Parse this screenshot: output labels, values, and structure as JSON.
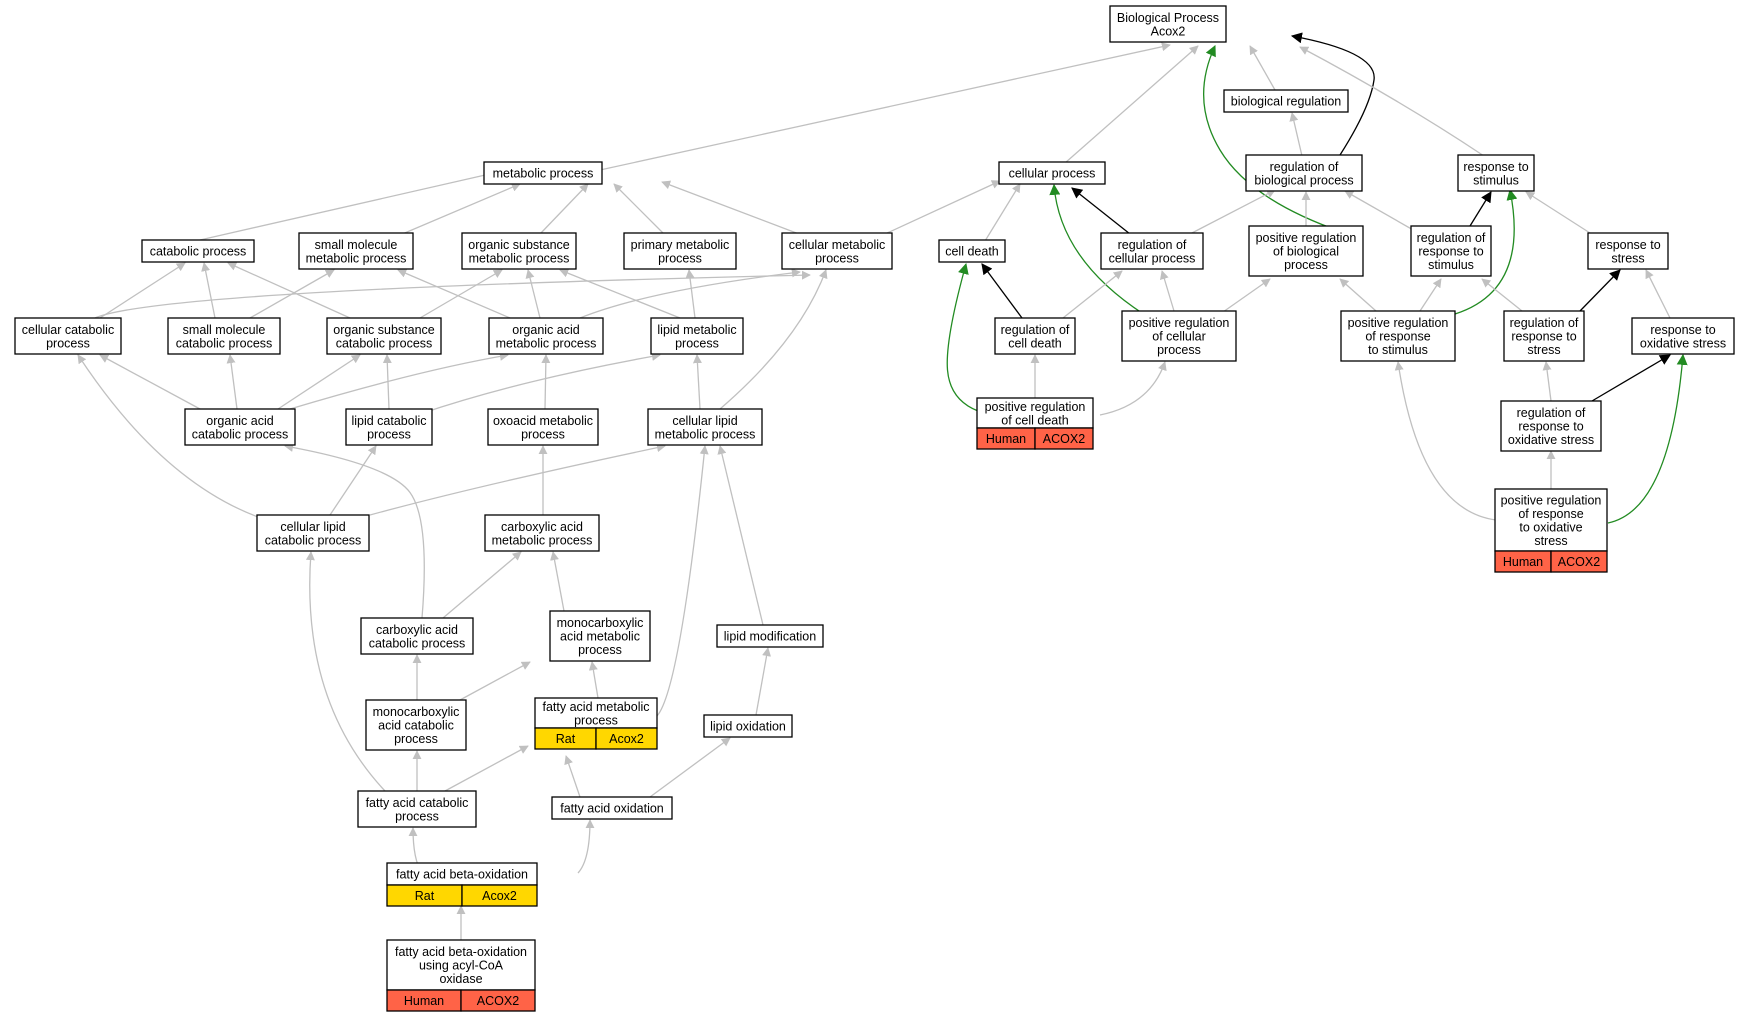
{
  "colors": {
    "gray_edge": "#c0c0c0",
    "black_edge": "#000000",
    "green_edge": "#228b22",
    "annot_rat": "#ffd700",
    "annot_human": "#ff6347"
  },
  "nodes": [
    {
      "id": "bp",
      "lines": [
        "Biological Process",
        "Acox2"
      ]
    },
    {
      "id": "metabolic",
      "lines": [
        "metabolic process"
      ]
    },
    {
      "id": "cellular_process",
      "lines": [
        "cellular process"
      ]
    },
    {
      "id": "bio_reg",
      "lines": [
        "biological regulation"
      ]
    },
    {
      "id": "reg_bio",
      "lines": [
        "regulation of",
        "biological process"
      ]
    },
    {
      "id": "resp_stim",
      "lines": [
        "response to",
        "stimulus"
      ]
    },
    {
      "id": "catabolic",
      "lines": [
        "catabolic process"
      ]
    },
    {
      "id": "small_mol_met",
      "lines": [
        "small molecule",
        "metabolic process"
      ]
    },
    {
      "id": "org_sub_met",
      "lines": [
        "organic substance",
        "metabolic process"
      ]
    },
    {
      "id": "primary_met",
      "lines": [
        "primary metabolic",
        "process"
      ]
    },
    {
      "id": "cell_met",
      "lines": [
        "cellular metabolic",
        "process"
      ]
    },
    {
      "id": "cell_death",
      "lines": [
        "cell death"
      ]
    },
    {
      "id": "reg_cell_proc",
      "lines": [
        "regulation of",
        "cellular process"
      ]
    },
    {
      "id": "pos_reg_bio",
      "lines": [
        "positive regulation",
        "of biological",
        "process"
      ]
    },
    {
      "id": "reg_resp_stim",
      "lines": [
        "regulation of",
        "response to",
        "stimulus"
      ]
    },
    {
      "id": "resp_stress",
      "lines": [
        "response to",
        "stress"
      ]
    },
    {
      "id": "cell_catab",
      "lines": [
        "cellular catabolic",
        "process"
      ]
    },
    {
      "id": "small_mol_catab",
      "lines": [
        "small molecule",
        "catabolic process"
      ]
    },
    {
      "id": "org_sub_catab",
      "lines": [
        "organic substance",
        "catabolic process"
      ]
    },
    {
      "id": "org_acid_met",
      "lines": [
        "organic acid",
        "metabolic process"
      ]
    },
    {
      "id": "lipid_met",
      "lines": [
        "lipid metabolic",
        "process"
      ]
    },
    {
      "id": "reg_cell_death",
      "lines": [
        "regulation of",
        "cell death"
      ]
    },
    {
      "id": "pos_reg_cell_proc",
      "lines": [
        "positive regulation",
        "of cellular",
        "process"
      ]
    },
    {
      "id": "pos_reg_resp_stim",
      "lines": [
        "positive regulation",
        "of response",
        "to stimulus"
      ]
    },
    {
      "id": "reg_resp_stress",
      "lines": [
        "regulation of",
        "response to",
        "stress"
      ]
    },
    {
      "id": "resp_ox_stress",
      "lines": [
        "response to",
        "oxidative stress"
      ]
    },
    {
      "id": "org_acid_catab",
      "lines": [
        "organic acid",
        "catabolic process"
      ]
    },
    {
      "id": "lipid_catab",
      "lines": [
        "lipid catabolic",
        "process"
      ]
    },
    {
      "id": "oxoacid_met",
      "lines": [
        "oxoacid metabolic",
        "process"
      ]
    },
    {
      "id": "cell_lipid_met",
      "lines": [
        "cellular lipid",
        "metabolic process"
      ]
    },
    {
      "id": "pos_reg_cell_death",
      "lines": [
        "positive regulation",
        "of cell death"
      ],
      "annot": [
        "Human",
        "ACOX2"
      ]
    },
    {
      "id": "reg_resp_ox_stress",
      "lines": [
        "regulation of",
        "response to",
        "oxidative stress"
      ]
    },
    {
      "id": "cell_lipid_catab",
      "lines": [
        "cellular lipid",
        "catabolic process"
      ]
    },
    {
      "id": "carbox_met",
      "lines": [
        "carboxylic acid",
        "metabolic process"
      ]
    },
    {
      "id": "pos_reg_resp_ox",
      "lines": [
        "positive regulation",
        "of response",
        "to oxidative",
        "stress"
      ],
      "annot": [
        "Human",
        "ACOX2"
      ]
    },
    {
      "id": "carbox_catab",
      "lines": [
        "carboxylic acid",
        "catabolic process"
      ]
    },
    {
      "id": "monocarb_met",
      "lines": [
        "monocarboxylic",
        "acid metabolic",
        "process"
      ]
    },
    {
      "id": "lipid_mod",
      "lines": [
        "lipid modification"
      ]
    },
    {
      "id": "monocarb_catab",
      "lines": [
        "monocarboxylic",
        "acid catabolic",
        "process"
      ]
    },
    {
      "id": "fa_met",
      "lines": [
        "fatty acid metabolic",
        "process"
      ],
      "annot": [
        "Rat",
        "Acox2"
      ]
    },
    {
      "id": "lipid_ox",
      "lines": [
        "lipid oxidation"
      ]
    },
    {
      "id": "fa_catab",
      "lines": [
        "fatty acid catabolic",
        "process"
      ]
    },
    {
      "id": "fa_ox",
      "lines": [
        "fatty acid oxidation"
      ]
    },
    {
      "id": "fa_beta",
      "lines": [
        "fatty acid beta-oxidation"
      ],
      "annot": [
        "Rat",
        "Acox2"
      ]
    },
    {
      "id": "fa_beta_acyl",
      "lines": [
        "fatty acid beta-oxidation",
        "using acyl-CoA",
        "oxidase"
      ],
      "annot": [
        "Human",
        "ACOX2"
      ]
    }
  ],
  "edges": [
    {
      "from": "metabolic",
      "to": "bp",
      "kind": "gray"
    },
    {
      "from": "cellular_process",
      "to": "bp",
      "kind": "gray"
    },
    {
      "from": "bio_reg",
      "to": "bp",
      "kind": "gray"
    },
    {
      "from": "reg_bio",
      "to": "bp",
      "kind": "black"
    },
    {
      "from": "pos_reg_bio",
      "to": "bp",
      "kind": "green"
    },
    {
      "from": "resp_stim",
      "to": "bp",
      "kind": "gray"
    },
    {
      "from": "reg_bio",
      "to": "bio_reg",
      "kind": "gray"
    },
    {
      "from": "catabolic",
      "to": "metabolic",
      "kind": "gray"
    },
    {
      "from": "small_mol_met",
      "to": "metabolic",
      "kind": "gray"
    },
    {
      "from": "org_sub_met",
      "to": "metabolic",
      "kind": "gray"
    },
    {
      "from": "primary_met",
      "to": "metabolic",
      "kind": "gray"
    },
    {
      "from": "cell_met",
      "to": "metabolic",
      "kind": "gray"
    },
    {
      "from": "cell_met",
      "to": "cellular_process",
      "kind": "gray"
    },
    {
      "from": "cell_death",
      "to": "cellular_process",
      "kind": "gray"
    },
    {
      "from": "reg_cell_proc",
      "to": "cellular_process",
      "kind": "black"
    },
    {
      "from": "pos_reg_cell_proc",
      "to": "cellular_process",
      "kind": "green"
    },
    {
      "from": "reg_cell_proc",
      "to": "reg_bio",
      "kind": "gray"
    },
    {
      "from": "pos_reg_bio",
      "to": "reg_bio",
      "kind": "gray"
    },
    {
      "from": "reg_resp_stim",
      "to": "reg_bio",
      "kind": "gray"
    },
    {
      "from": "reg_resp_stim",
      "to": "resp_stim",
      "kind": "black"
    },
    {
      "from": "pos_reg_resp_stim",
      "to": "resp_stim",
      "kind": "green"
    },
    {
      "from": "resp_stress",
      "to": "resp_stim",
      "kind": "gray"
    },
    {
      "from": "cell_catab",
      "to": "catabolic",
      "kind": "gray"
    },
    {
      "from": "small_mol_catab",
      "to": "catabolic",
      "kind": "gray"
    },
    {
      "from": "org_sub_catab",
      "to": "catabolic",
      "kind": "gray"
    },
    {
      "from": "small_mol_catab",
      "to": "small_mol_met",
      "kind": "gray"
    },
    {
      "from": "org_acid_met",
      "to": "small_mol_met",
      "kind": "gray"
    },
    {
      "from": "org_sub_catab",
      "to": "org_sub_met",
      "kind": "gray"
    },
    {
      "from": "org_acid_met",
      "to": "org_sub_met",
      "kind": "gray"
    },
    {
      "from": "lipid_met",
      "to": "org_sub_met",
      "kind": "gray"
    },
    {
      "from": "lipid_met",
      "to": "primary_met",
      "kind": "gray"
    },
    {
      "from": "cell_catab",
      "to": "cell_met",
      "kind": "gray"
    },
    {
      "from": "org_acid_met",
      "to": "cell_met",
      "kind": "gray"
    },
    {
      "from": "cell_lipid_met",
      "to": "cell_met",
      "kind": "gray"
    },
    {
      "from": "reg_cell_death",
      "to": "cell_death",
      "kind": "black"
    },
    {
      "from": "pos_reg_cell_death",
      "to": "cell_death",
      "kind": "green"
    },
    {
      "from": "reg_cell_death",
      "to": "reg_cell_proc",
      "kind": "gray"
    },
    {
      "from": "pos_reg_cell_proc",
      "to": "reg_cell_proc",
      "kind": "gray"
    },
    {
      "from": "pos_reg_cell_proc",
      "to": "pos_reg_bio",
      "kind": "gray"
    },
    {
      "from": "pos_reg_resp_stim",
      "to": "pos_reg_bio",
      "kind": "gray"
    },
    {
      "from": "pos_reg_resp_stim",
      "to": "reg_resp_stim",
      "kind": "gray"
    },
    {
      "from": "reg_resp_stress",
      "to": "reg_resp_stim",
      "kind": "gray"
    },
    {
      "from": "reg_resp_stress",
      "to": "resp_stress",
      "kind": "black"
    },
    {
      "from": "resp_ox_stress",
      "to": "resp_stress",
      "kind": "gray"
    },
    {
      "from": "org_acid_catab",
      "to": "cell_catab",
      "kind": "gray"
    },
    {
      "from": "cell_lipid_catab",
      "to": "cell_catab",
      "kind": "gray"
    },
    {
      "from": "org_acid_catab",
      "to": "small_mol_catab",
      "kind": "gray"
    },
    {
      "from": "org_acid_catab",
      "to": "org_sub_catab",
      "kind": "gray"
    },
    {
      "from": "lipid_catab",
      "to": "org_sub_catab",
      "kind": "gray"
    },
    {
      "from": "org_acid_catab",
      "to": "org_acid_met",
      "kind": "gray"
    },
    {
      "from": "oxoacid_met",
      "to": "org_acid_met",
      "kind": "gray"
    },
    {
      "from": "lipid_catab",
      "to": "lipid_met",
      "kind": "gray"
    },
    {
      "from": "cell_lipid_met",
      "to": "lipid_met",
      "kind": "gray"
    },
    {
      "from": "pos_reg_cell_death",
      "to": "reg_cell_death",
      "kind": "gray"
    },
    {
      "from": "pos_reg_cell_death",
      "to": "pos_reg_cell_proc",
      "kind": "gray"
    },
    {
      "from": "pos_reg_resp_ox",
      "to": "pos_reg_resp_stim",
      "kind": "gray"
    },
    {
      "from": "reg_resp_ox_stress",
      "to": "reg_resp_stress",
      "kind": "gray"
    },
    {
      "from": "reg_resp_ox_stress",
      "to": "resp_ox_stress",
      "kind": "black"
    },
    {
      "from": "pos_reg_resp_ox",
      "to": "resp_ox_stress",
      "kind": "green"
    },
    {
      "from": "carbox_catab",
      "to": "org_acid_catab",
      "kind": "gray"
    },
    {
      "from": "cell_lipid_catab",
      "to": "lipid_catab",
      "kind": "gray"
    },
    {
      "from": "carbox_met",
      "to": "oxoacid_met",
      "kind": "gray"
    },
    {
      "from": "cell_lipid_catab",
      "to": "cell_lipid_met",
      "kind": "gray"
    },
    {
      "from": "fa_met",
      "to": "cell_lipid_met",
      "kind": "gray"
    },
    {
      "from": "lipid_mod",
      "to": "cell_lipid_met",
      "kind": "gray"
    },
    {
      "from": "pos_reg_resp_ox",
      "to": "reg_resp_ox_stress",
      "kind": "gray"
    },
    {
      "from": "fa_catab",
      "to": "cell_lipid_catab",
      "kind": "gray"
    },
    {
      "from": "carbox_catab",
      "to": "carbox_met",
      "kind": "gray"
    },
    {
      "from": "monocarb_met",
      "to": "carbox_met",
      "kind": "gray"
    },
    {
      "from": "monocarb_catab",
      "to": "carbox_catab",
      "kind": "gray"
    },
    {
      "from": "monocarb_catab",
      "to": "monocarb_met",
      "kind": "gray"
    },
    {
      "from": "fa_met",
      "to": "monocarb_met",
      "kind": "gray"
    },
    {
      "from": "lipid_ox",
      "to": "lipid_mod",
      "kind": "gray"
    },
    {
      "from": "fa_catab",
      "to": "monocarb_catab",
      "kind": "gray"
    },
    {
      "from": "fa_catab",
      "to": "fa_met",
      "kind": "gray"
    },
    {
      "from": "fa_ox",
      "to": "fa_met",
      "kind": "gray"
    },
    {
      "from": "fa_ox",
      "to": "lipid_ox",
      "kind": "gray"
    },
    {
      "from": "fa_beta",
      "to": "fa_catab",
      "kind": "gray"
    },
    {
      "from": "fa_beta",
      "to": "fa_ox",
      "kind": "gray"
    },
    {
      "from": "fa_beta_acyl",
      "to": "fa_beta",
      "kind": "gray"
    }
  ]
}
